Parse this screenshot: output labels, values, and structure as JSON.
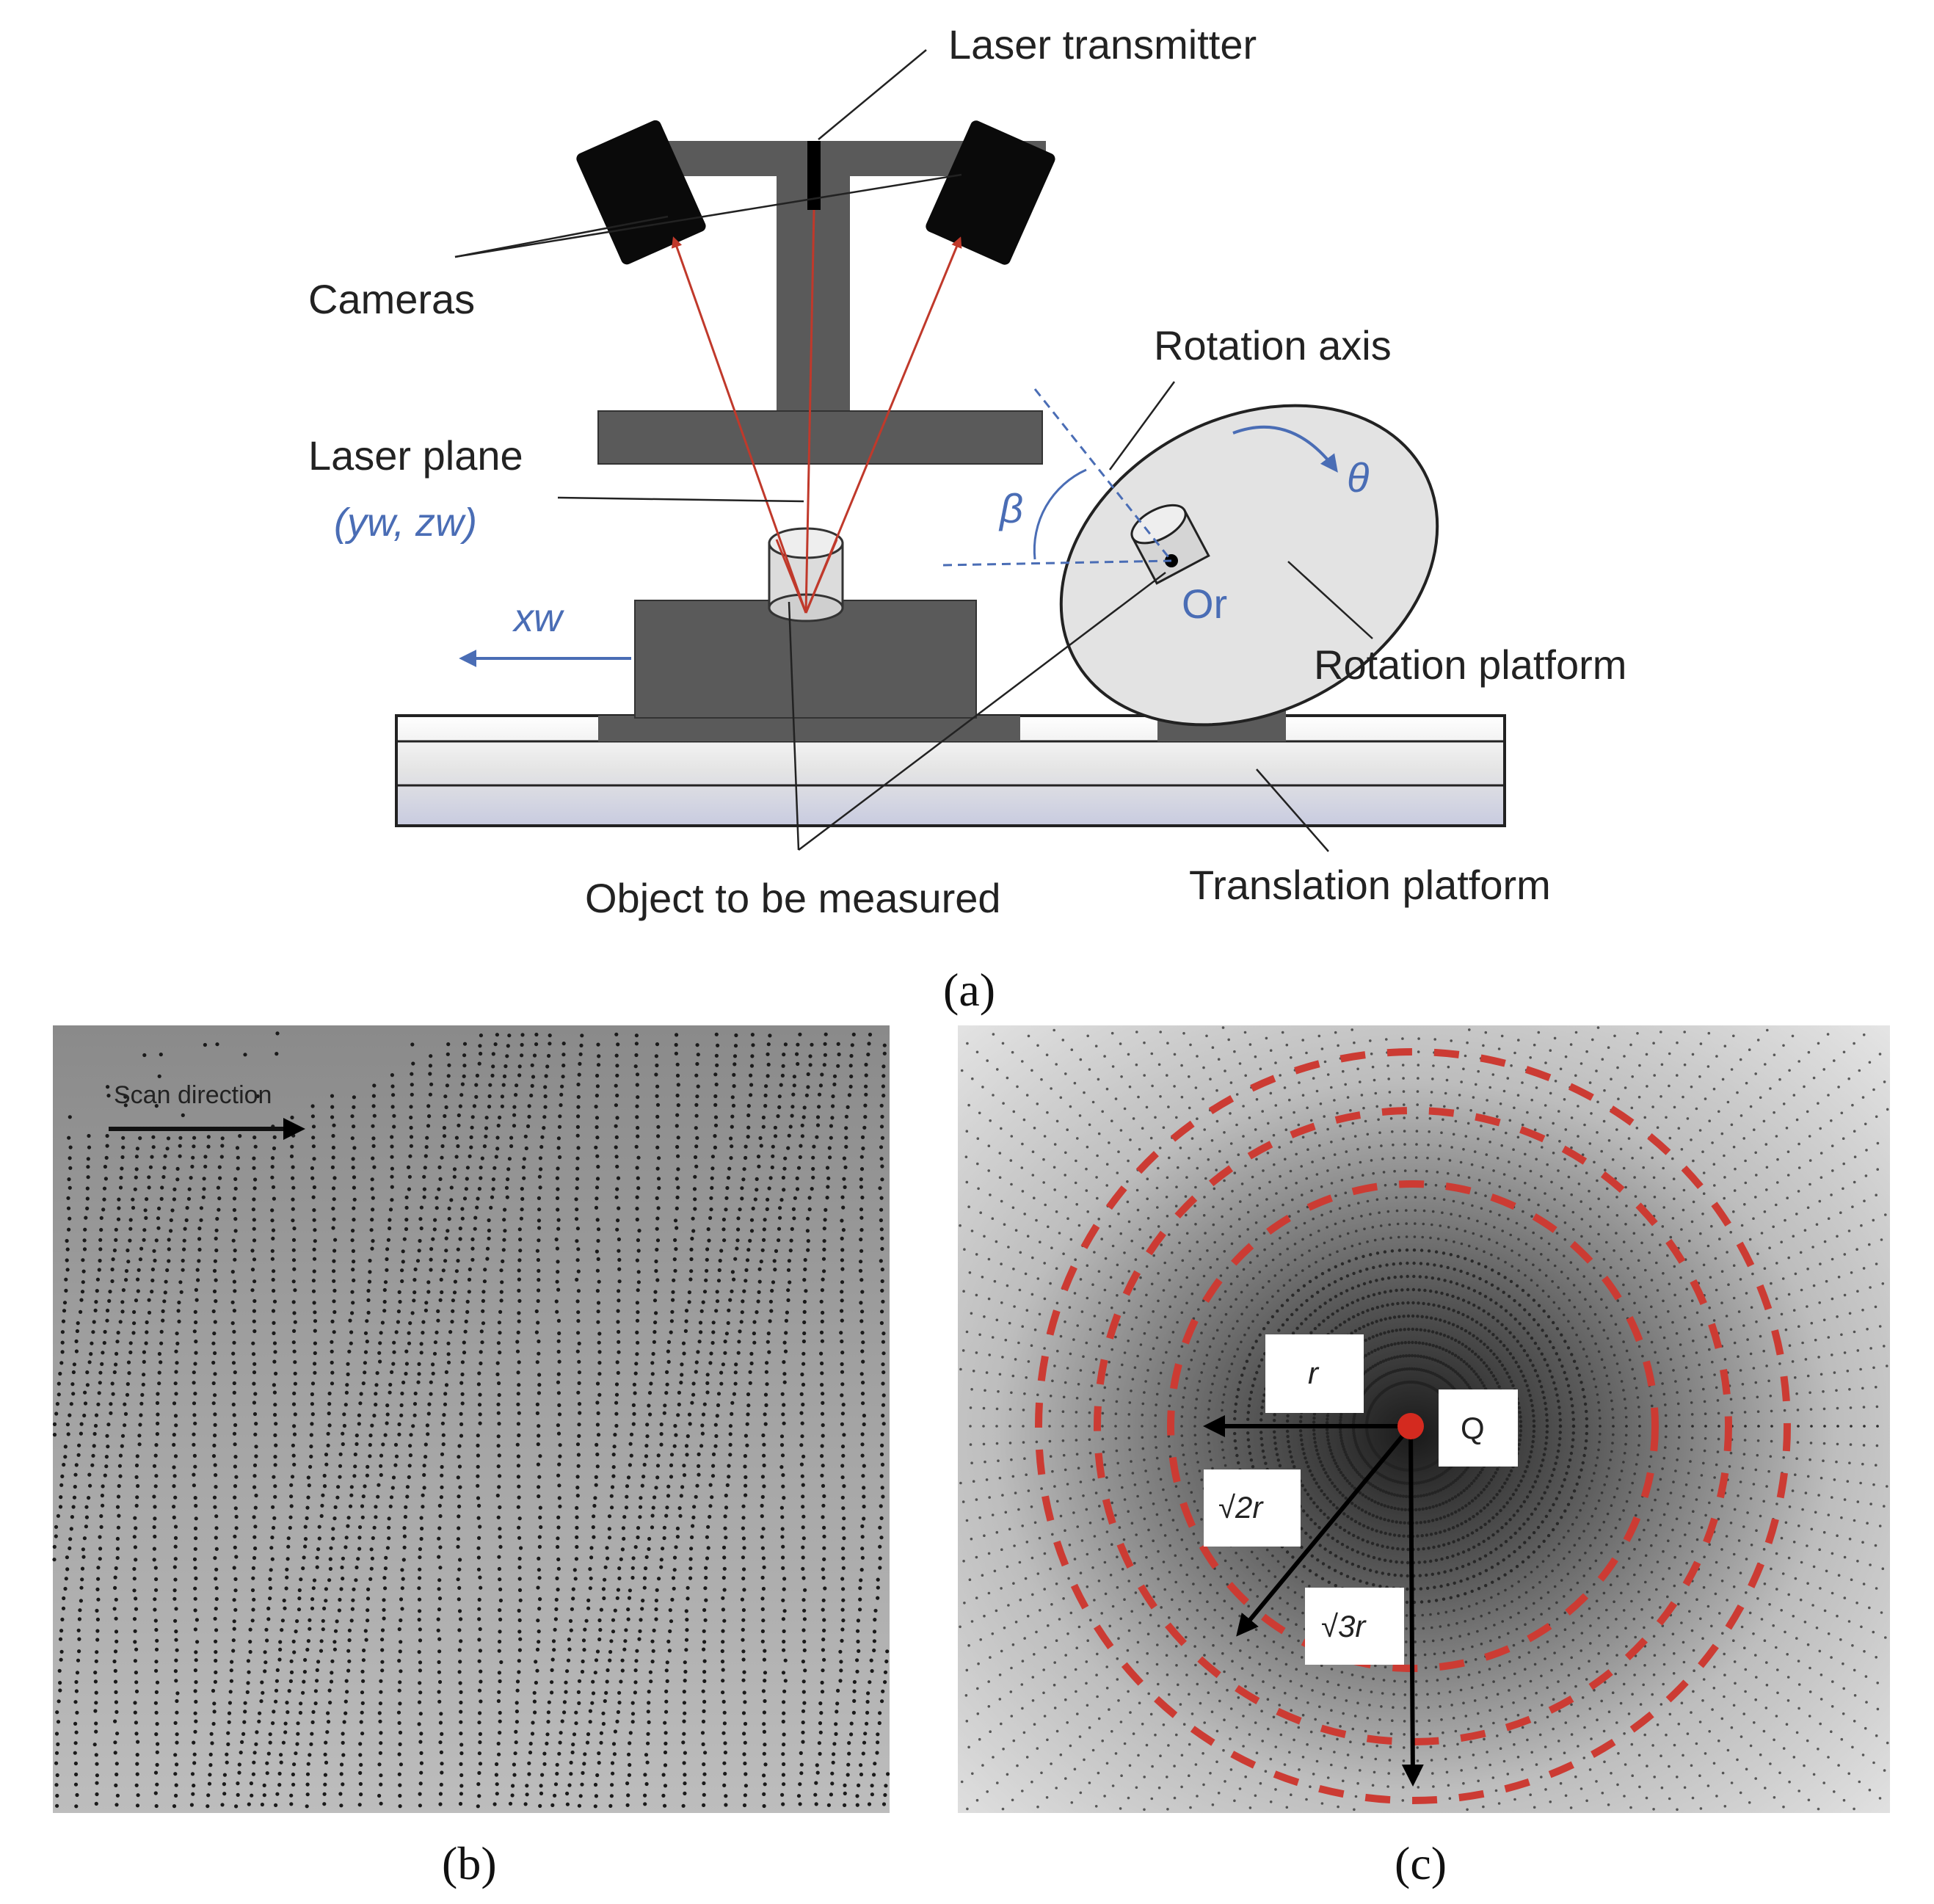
{
  "panel_a": {
    "labels": {
      "laser_transmitter": "Laser transmitter",
      "cameras": "Cameras",
      "rotation_axis": "Rotation axis",
      "laser_plane": "Laser plane",
      "laser_plane_coords": "(yw, zw)",
      "x_axis": "xw",
      "rotation_platform": "Rotation platform",
      "translation_platform": "Translation platform",
      "object": "Object to be measured",
      "theta": "θ",
      "beta": "β",
      "origin": "Or"
    },
    "caption": "(a)"
  },
  "panel_b": {
    "scan_direction": "Scan direction",
    "caption": "(b)"
  },
  "panel_c": {
    "labels": {
      "r": "r",
      "sqrt2r": "√2r",
      "sqrt3r": "√3r",
      "q": "Q"
    },
    "caption": "(c)"
  },
  "colors": {
    "steel": "#5a5a5a",
    "laser_red": "#c0392b",
    "axis_blue": "#4a6db5",
    "ring_red": "#cc3b33",
    "center_red": "#d42a1f"
  }
}
